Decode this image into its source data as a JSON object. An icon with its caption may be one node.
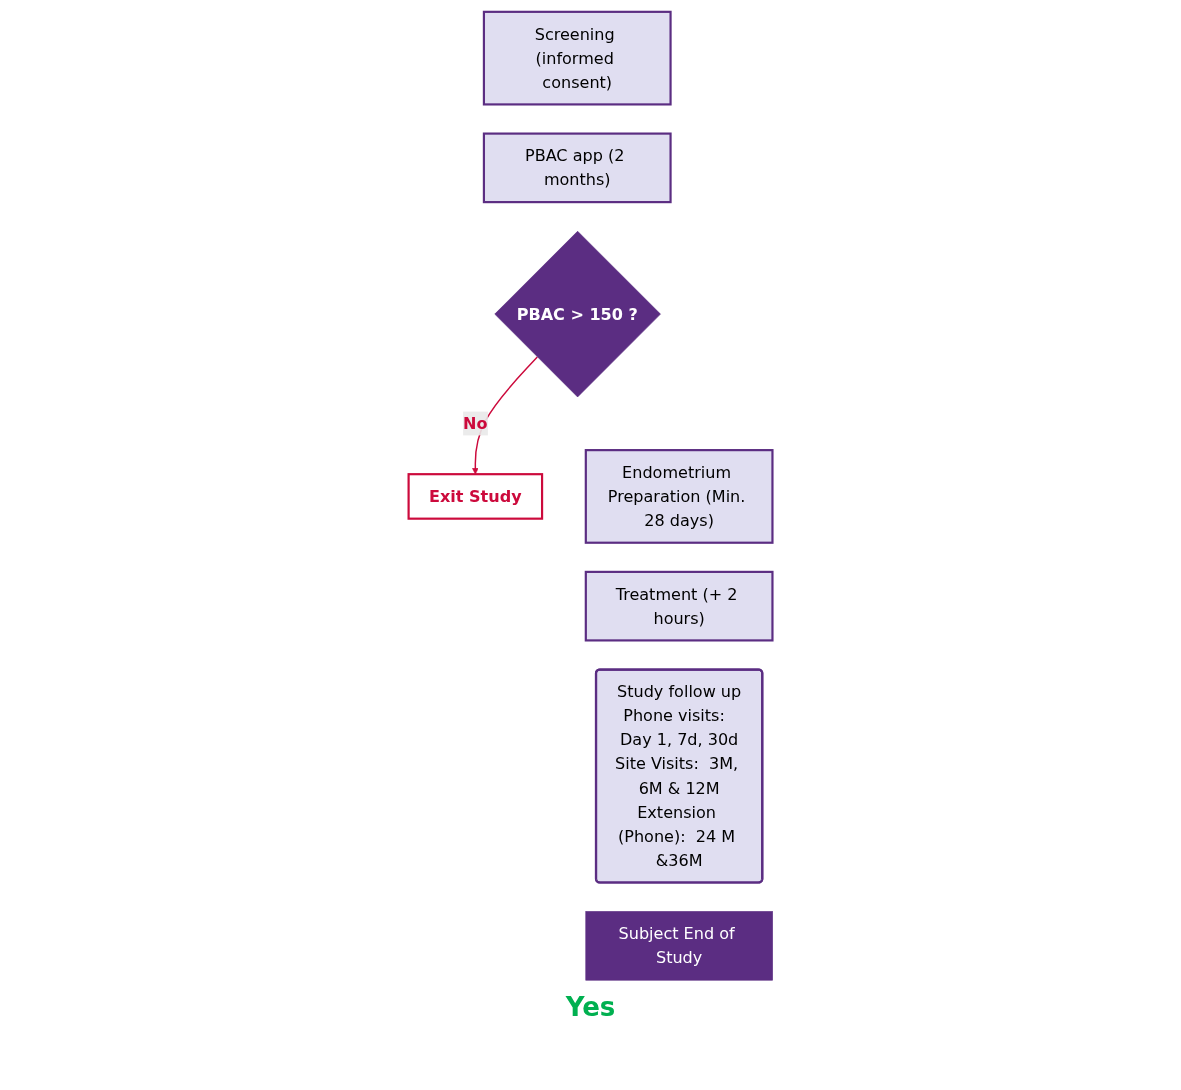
{
  "diagram": {
    "nodes": [
      {
        "text": [
          "Screening (informed consent)"
        ]
      },
      {
        "text": [
          "PBAC app (2 months)"
        ]
      },
      {
        "text": [
          "PBAC > 150 ?"
        ]
      },
      {
        "text": [
          "Exit Study"
        ]
      },
      {
        "text": [
          "Endometrium Preparation (Min. 28 days)"
        ]
      },
      {
        "text": [
          "Treatment (+ 2 hours)"
        ]
      },
      {
        "text": [
          "Study follow up",
          "Phone visits:  Day 1, 7d, 30d",
          "Site Visits:  3M, 6M & 12M",
          "Extension (Phone):  24 M &36M"
        ]
      },
      {
        "text": [
          "Subject End of Study"
        ]
      }
    ],
    "edges": [
      {
        "from": 2,
        "to": 3,
        "arrow": "to",
        "label": "No",
        "color": "#cc0a3c"
      }
    ],
    "labels": [
      "Yes"
    ]
  }
}
